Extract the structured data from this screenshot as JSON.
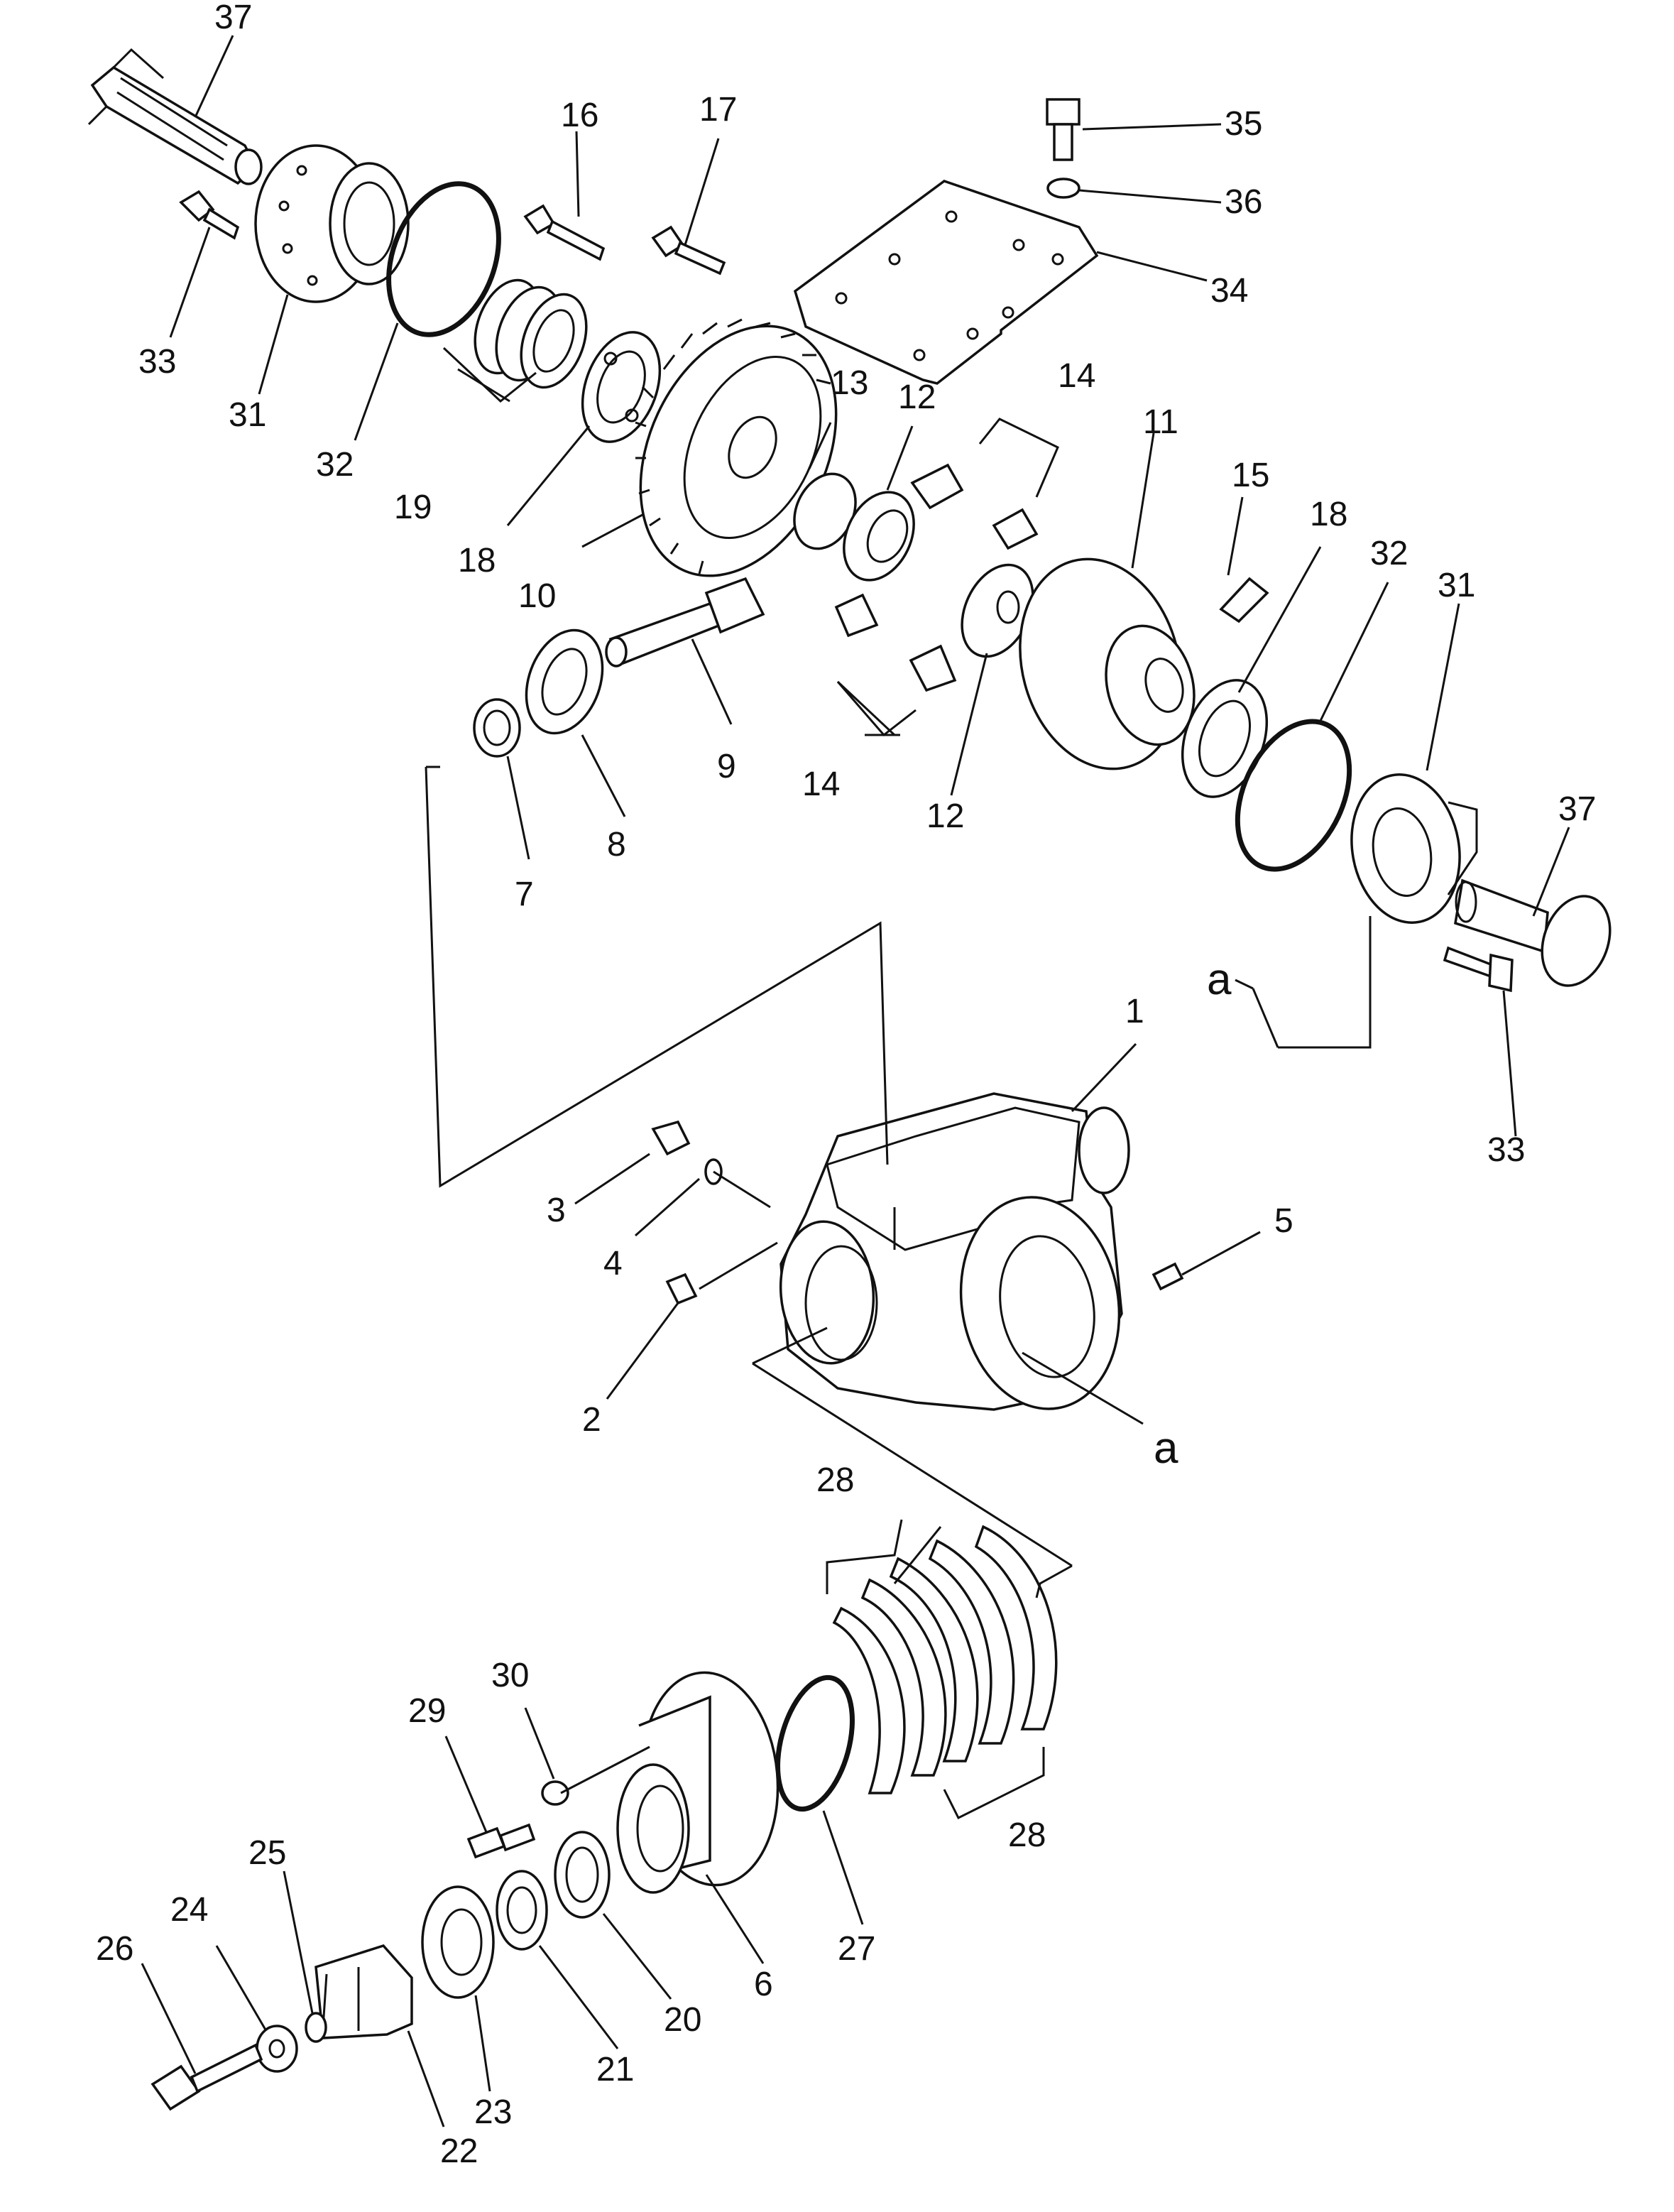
{
  "labels": {
    "p37a": "37",
    "p37b": "37",
    "p16": "16",
    "p17": "17",
    "p35": "35",
    "p36": "36",
    "p34": "34",
    "p33a": "33",
    "p33b": "33",
    "p31a": "31",
    "p31b": "31",
    "p32a": "32",
    "p32b": "32",
    "p19": "19",
    "p18a": "18",
    "p18b": "18",
    "p10": "10",
    "p13": "13",
    "p12a": "12",
    "p12b": "12",
    "p14a": "14",
    "p14b": "14",
    "p11": "11",
    "p15": "15",
    "p9": "9",
    "p8": "8",
    "p7": "7",
    "p1": "1",
    "p3": "3",
    "p4": "4",
    "p5": "5",
    "p2": "2",
    "pa1": "a",
    "pa2": "a",
    "p28a": "28",
    "p28b": "28",
    "p30": "30",
    "p29": "29",
    "p25": "25",
    "p24": "24",
    "p26": "26",
    "p27": "27",
    "p6": "6",
    "p20": "20",
    "p21": "21",
    "p23": "23",
    "p22": "22"
  }
}
